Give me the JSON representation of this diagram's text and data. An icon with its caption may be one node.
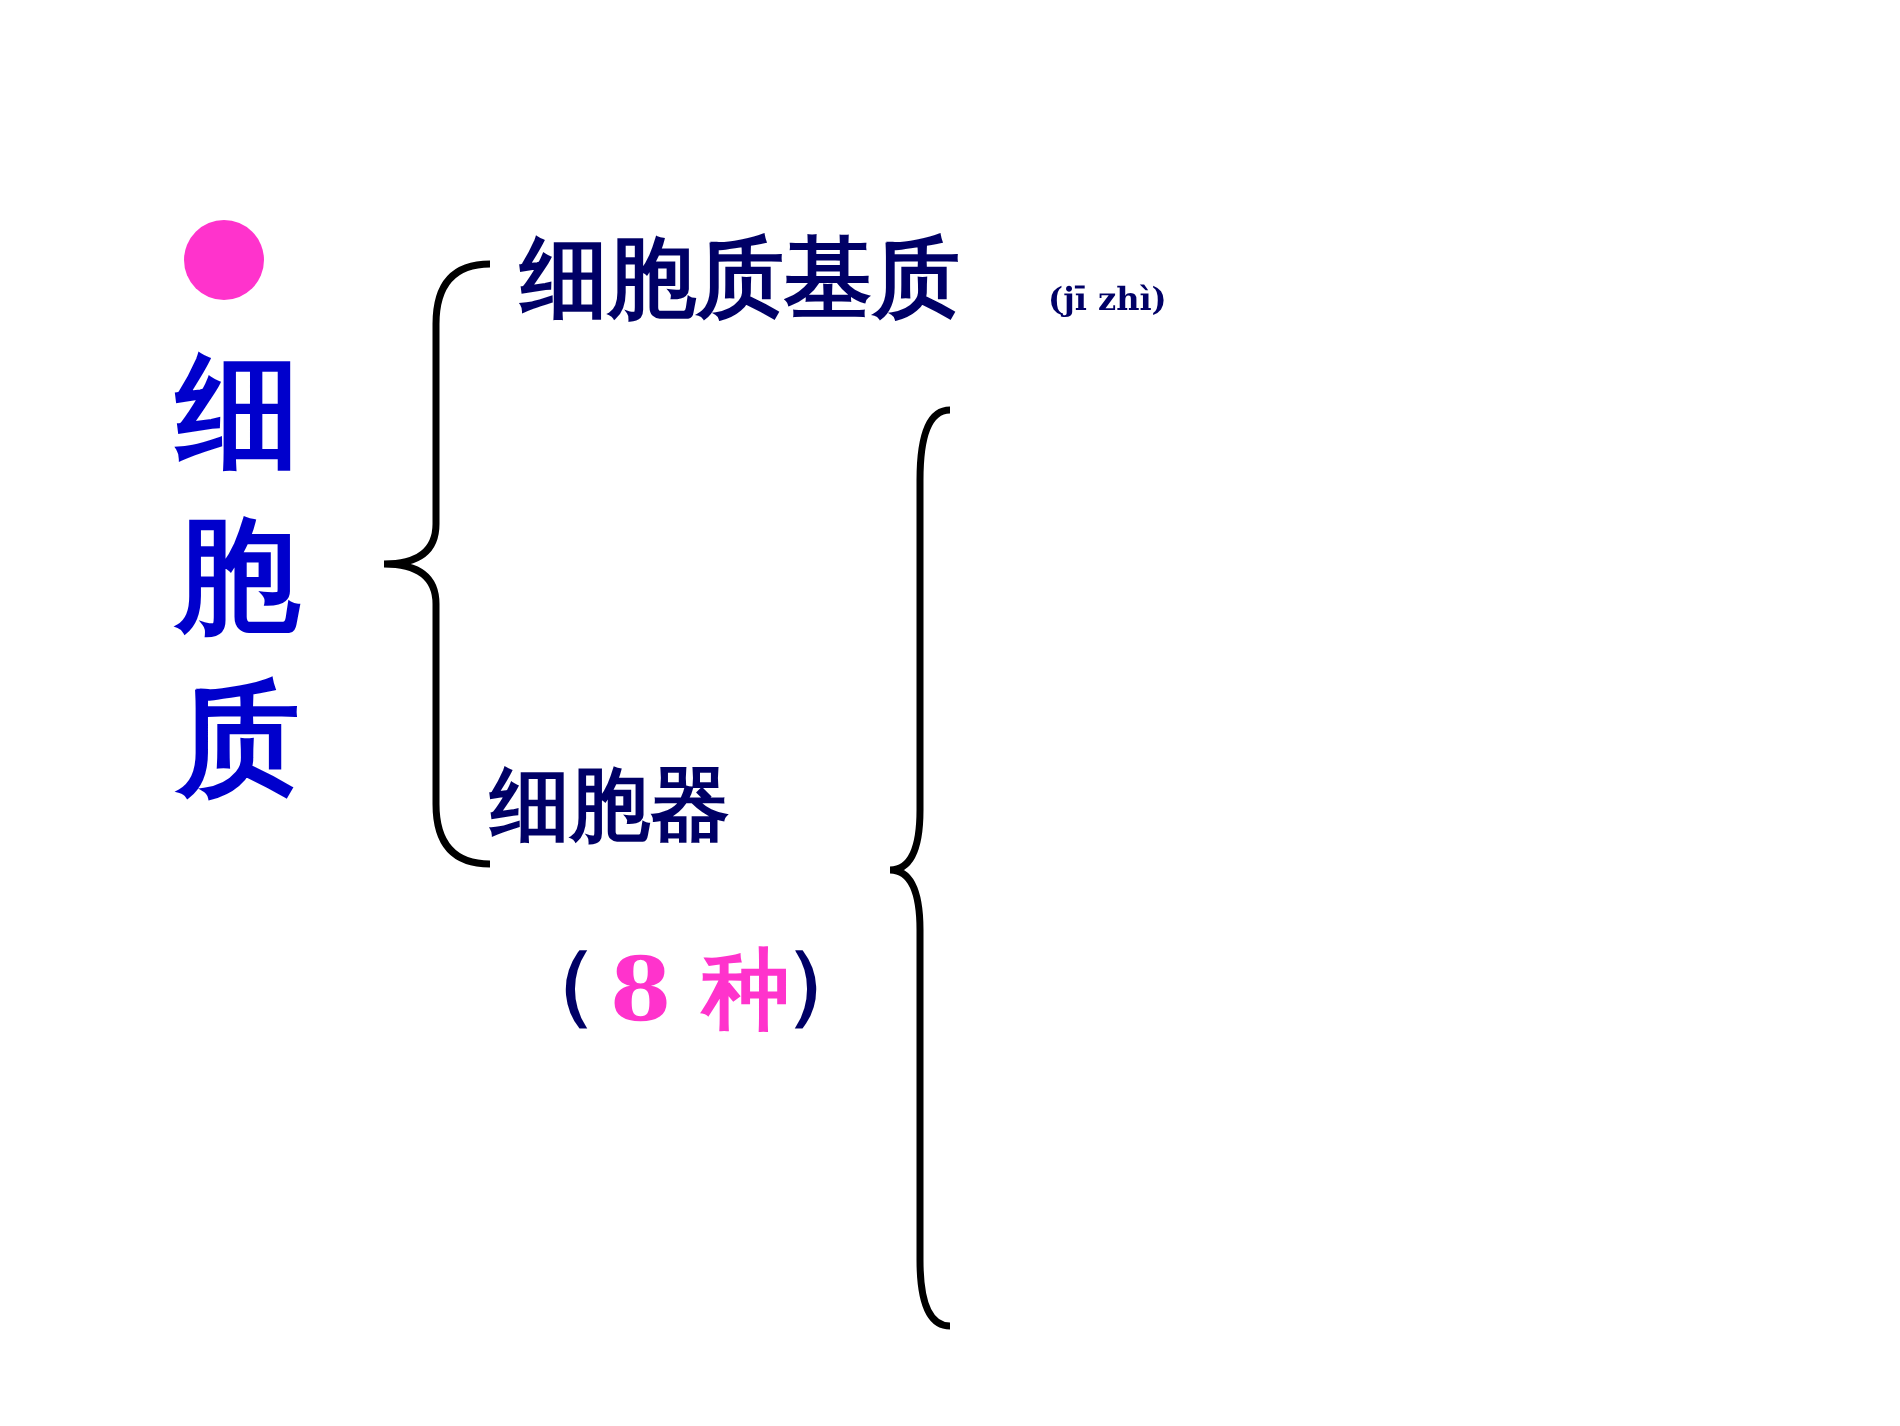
{
  "diagram": {
    "labels": [
      "细胞质",
      "细胞质基质",
      "(jī zhì)",
      "细胞器",
      "（",
      "8 种",
      "）"
    ]
  }
}
